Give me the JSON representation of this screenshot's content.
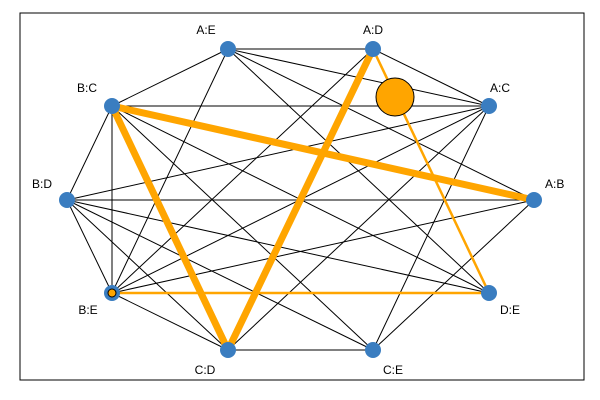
{
  "colors": {
    "node": "#3a7dc0",
    "highlight": "#ffa500",
    "edge": "#000000",
    "frame": "#000000"
  },
  "nodes": [
    {
      "id": "AD",
      "label": "A:D"
    },
    {
      "id": "AC",
      "label": "A:C"
    },
    {
      "id": "AB",
      "label": "A:B"
    },
    {
      "id": "DE",
      "label": "D:E"
    },
    {
      "id": "CE",
      "label": "C:E"
    },
    {
      "id": "CD",
      "label": "C:D"
    },
    {
      "id": "BE",
      "label": "B:E"
    },
    {
      "id": "BD",
      "label": "B:D"
    },
    {
      "id": "BC",
      "label": "B:C"
    },
    {
      "id": "AE",
      "label": "A:E"
    }
  ],
  "edges": [
    [
      "AE",
      "AC"
    ],
    [
      "AE",
      "AB"
    ],
    [
      "AE",
      "DE"
    ],
    [
      "AE",
      "BE"
    ],
    [
      "AD",
      "BE"
    ],
    [
      "AC",
      "BC"
    ],
    [
      "AC",
      "BD"
    ],
    [
      "AC",
      "CD"
    ],
    [
      "AC",
      "CE"
    ],
    [
      "AC",
      "BE"
    ],
    [
      "AB",
      "BD"
    ],
    [
      "AB",
      "CE"
    ],
    [
      "AB",
      "BE"
    ],
    [
      "DE",
      "BC"
    ],
    [
      "DE",
      "BD"
    ],
    [
      "CE",
      "CD"
    ],
    [
      "CE",
      "BC"
    ],
    [
      "CE",
      "BD"
    ],
    [
      "CD",
      "BD"
    ],
    [
      "CD",
      "BE"
    ],
    [
      "BE",
      "BC"
    ],
    [
      "BE",
      "BD"
    ],
    [
      "BD",
      "BC"
    ],
    [
      "BC",
      "AE"
    ],
    [
      "AD",
      "AC"
    ],
    [
      "AD",
      "AE"
    ],
    [
      "AD",
      "DE"
    ]
  ],
  "highlighted_edges": [
    {
      "from": "BC",
      "to": "AB",
      "weight": "heavy"
    },
    {
      "from": "BC",
      "to": "CD",
      "weight": "heavy"
    },
    {
      "from": "CD",
      "to": "AD",
      "weight": "heavy"
    },
    {
      "from": "AD",
      "to": "DE",
      "weight": "light"
    },
    {
      "from": "BE",
      "to": "DE",
      "weight": "light"
    }
  ],
  "self_loops": [
    {
      "node": "AD",
      "size": "large"
    },
    {
      "node": "BE",
      "size": "small"
    }
  ]
}
